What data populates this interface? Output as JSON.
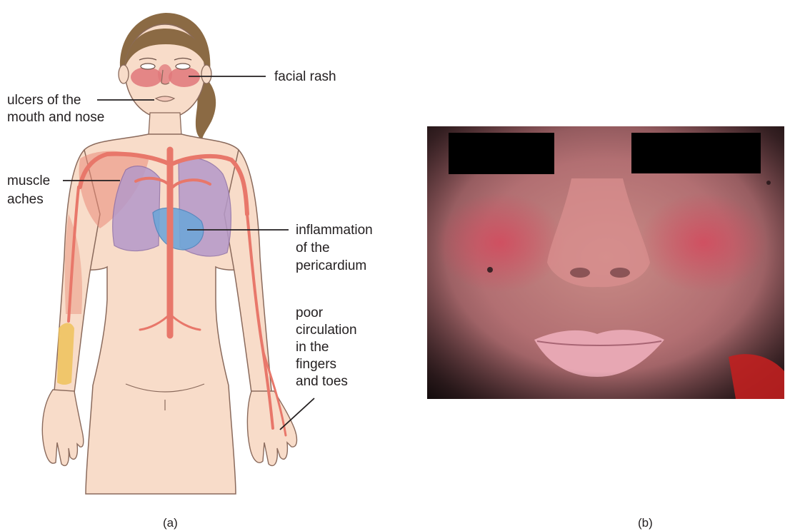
{
  "panel_a": {
    "caption": "(a)",
    "labels": {
      "facial_rash": [
        "facial rash"
      ],
      "ulcers": [
        "ulcers of the",
        "mouth and nose"
      ],
      "muscle_aches": [
        "muscle",
        "aches"
      ],
      "pericardium": [
        "inflammation",
        "of the",
        "pericardium"
      ],
      "circulation": [
        "poor",
        "circulation",
        "in the",
        "fingers",
        "and toes"
      ]
    }
  },
  "panel_b": {
    "caption": "(b)"
  },
  "colors": {
    "skin": "#f8dcc9",
    "outline": "#8a6a5c",
    "hair": "#8b6a44",
    "rash": "#e0777a",
    "vessel": "#e8776a",
    "lung": "#b599c9",
    "heart_cover": "#6fa6d8",
    "bone": "#efc25a",
    "redaction": "#000000"
  }
}
